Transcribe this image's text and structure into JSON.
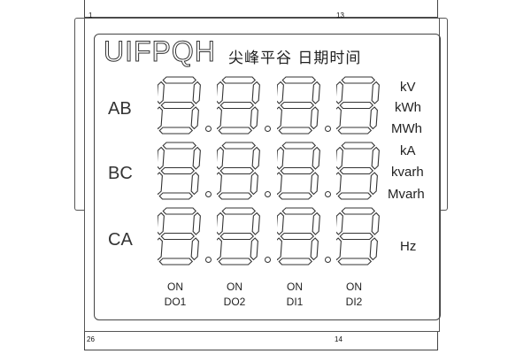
{
  "connector": {
    "top_start": "1",
    "top_end": "13",
    "bottom_start": "26",
    "bottom_end": "14"
  },
  "header": {
    "brand": "UIFPQH",
    "indicators": "尖峰平谷 日期时间"
  },
  "rows": [
    {
      "label": "AB",
      "units": [
        "kV",
        "kWh",
        "MWh"
      ]
    },
    {
      "label": "BC",
      "units": [
        "kA",
        "kvarh",
        "Mvarh"
      ]
    },
    {
      "label": "CA",
      "units": [
        "Hz"
      ]
    }
  ],
  "digit_icon": "seven-segment-digit",
  "status": [
    {
      "state": "ON",
      "name": "DO1"
    },
    {
      "state": "ON",
      "name": "DO2"
    },
    {
      "state": "ON",
      "name": "DI1"
    },
    {
      "state": "ON",
      "name": "DI2"
    }
  ],
  "colors": {
    "stroke": "#333333",
    "background": "#ffffff"
  }
}
